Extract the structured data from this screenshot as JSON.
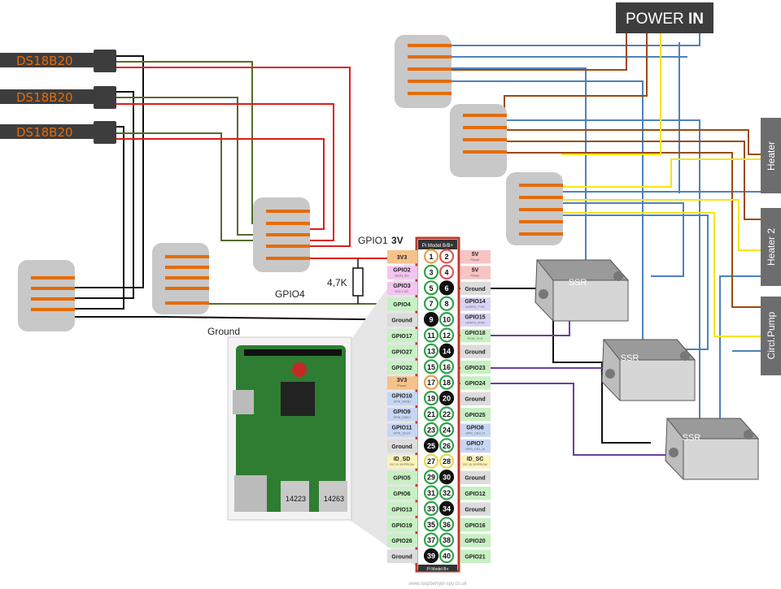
{
  "sensors": [
    "DS18B20",
    "DS18B20",
    "DS18B20"
  ],
  "power_in": {
    "prefix": "POWER ",
    "bold": "IN"
  },
  "wire_labels": {
    "gpio1": "GPIO1",
    "v3": "3V",
    "gpio4": "GPIO4",
    "ground": "Ground",
    "resistor": "4,7K"
  },
  "side_labels": [
    "Heater",
    "Heater 2",
    "Circl.Pump"
  ],
  "ssr_labels": [
    "SSR",
    "SSR",
    "SSR"
  ],
  "header": {
    "title": "Pi Model B/B+",
    "footer": "Pi Model B+",
    "url": "www.raspberrypi-spy.co.uk",
    "left": [
      {
        "name": "3V3",
        "sub": "",
        "color": "#f6c28b"
      },
      {
        "name": "GPIO2",
        "sub": "SDA1 I2C",
        "color": "#f3c5ef"
      },
      {
        "name": "GPIO3",
        "sub": "SCL1 I2C",
        "color": "#f3c5ef"
      },
      {
        "name": "GPIO4",
        "sub": "",
        "color": "#c7f0c3"
      },
      {
        "name": "Ground",
        "sub": "",
        "color": "#dcdcdc"
      },
      {
        "name": "GPIO17",
        "sub": "",
        "color": "#c7f0c3"
      },
      {
        "name": "GPIO27",
        "sub": "",
        "color": "#c7f0c3"
      },
      {
        "name": "GPIO22",
        "sub": "",
        "color": "#c7f0c3"
      },
      {
        "name": "3V3",
        "sub": "Power",
        "color": "#f6c28b"
      },
      {
        "name": "GPIO10",
        "sub": "SPI0_MOSI",
        "color": "#c6d6f3"
      },
      {
        "name": "GPIO9",
        "sub": "SPI0_MISO",
        "color": "#c6d6f3"
      },
      {
        "name": "GPIO11",
        "sub": "SPI0_SCLK",
        "color": "#c6d6f3"
      },
      {
        "name": "Ground",
        "sub": "",
        "color": "#dcdcdc"
      },
      {
        "name": "ID_SD",
        "sub": "I2C ID EEPROM",
        "color": "#fbf3b8"
      },
      {
        "name": "GPIO5",
        "sub": "",
        "color": "#c7f0c3"
      },
      {
        "name": "GPIO6",
        "sub": "",
        "color": "#c7f0c3"
      },
      {
        "name": "GPIO13",
        "sub": "",
        "color": "#c7f0c3"
      },
      {
        "name": "GPIO19",
        "sub": "",
        "color": "#c7f0c3"
      },
      {
        "name": "GPIO26",
        "sub": "",
        "color": "#c7f0c3"
      },
      {
        "name": "Ground",
        "sub": "",
        "color": "#dcdcdc"
      }
    ],
    "right": [
      {
        "name": "5V",
        "sub": "Power",
        "color": "#f8c3c3"
      },
      {
        "name": "5V",
        "sub": "Power",
        "color": "#f8c3c3"
      },
      {
        "name": "Ground",
        "sub": "",
        "color": "#dcdcdc"
      },
      {
        "name": "GPIO14",
        "sub": "UART0_TXD",
        "color": "#d9d4f5"
      },
      {
        "name": "GPIO15",
        "sub": "UART0_RXD",
        "color": "#d9d4f5"
      },
      {
        "name": "GPIO18",
        "sub": "PCM_CLK",
        "color": "#c7f0c3"
      },
      {
        "name": "Ground",
        "sub": "",
        "color": "#dcdcdc"
      },
      {
        "name": "GPIO23",
        "sub": "",
        "color": "#c7f0c3"
      },
      {
        "name": "GPIO24",
        "sub": "",
        "color": "#c7f0c3"
      },
      {
        "name": "Ground",
        "sub": "",
        "color": "#dcdcdc"
      },
      {
        "name": "GPIO25",
        "sub": "",
        "color": "#c7f0c3"
      },
      {
        "name": "GPIO8",
        "sub": "SPI0_CE0_N",
        "color": "#c6d6f3"
      },
      {
        "name": "GPIO7",
        "sub": "SPI0_CE1_N",
        "color": "#c6d6f3"
      },
      {
        "name": "ID_SC",
        "sub": "I2C ID EEPROM",
        "color": "#fbf3b8"
      },
      {
        "name": "Ground",
        "sub": "",
        "color": "#dcdcdc"
      },
      {
        "name": "GPIO12",
        "sub": "",
        "color": "#c7f0c3"
      },
      {
        "name": "Ground",
        "sub": "",
        "color": "#dcdcdc"
      },
      {
        "name": "GPIO16",
        "sub": "",
        "color": "#c7f0c3"
      },
      {
        "name": "GPIO20",
        "sub": "",
        "color": "#c7f0c3"
      },
      {
        "name": "GPIO21",
        "sub": "",
        "color": "#c7f0c3"
      }
    ]
  },
  "board_labels": [
    "14223",
    "14263"
  ],
  "colors": {
    "wire_black": "#111111",
    "wire_red": "#e01b1b",
    "wire_green": "#556b2f",
    "wire_blue": "#4f81bd",
    "wire_brown": "#9c4a0f",
    "wire_yellow": "#f5e51a",
    "wire_purple": "#6b3fa0",
    "orange": "#e46c0a",
    "connector": "#c8c8c8",
    "header_frame": "#c0392b",
    "box_dark": "#3d3d3d"
  }
}
